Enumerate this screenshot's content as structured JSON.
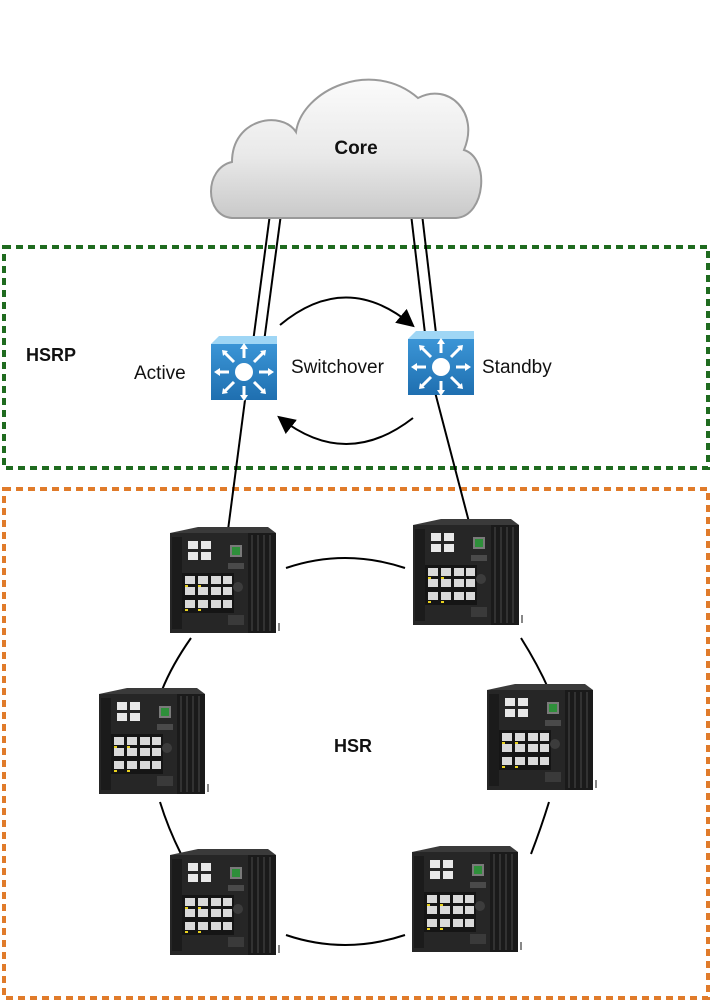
{
  "labels": {
    "core": "Core",
    "hsrp": "HSRP",
    "active": "Active",
    "switchover": "Switchover",
    "standby": "Standby",
    "hsr": "HSR"
  },
  "colors": {
    "hsrp_border": "#1f6b1f",
    "hsr_border": "#e07b2a",
    "router_blue": "#2f86c8",
    "router_top": "#8fcff3",
    "cloud_fill": "#eeeeee",
    "switch_body": "#2a2a2a"
  },
  "icons": {
    "cloud": "cloud-icon",
    "router": "router-icon",
    "switch": "industrial-switch-icon"
  }
}
